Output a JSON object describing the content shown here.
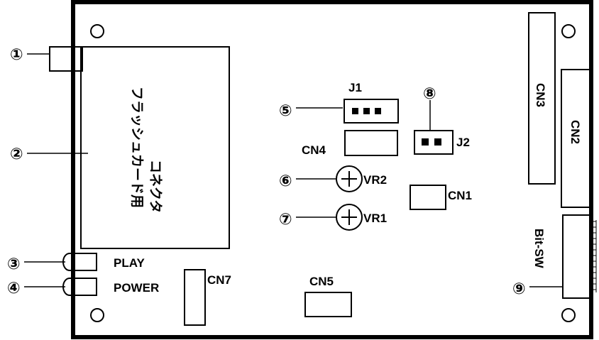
{
  "colors": {
    "line": "#000000",
    "background": "#ffffff"
  },
  "callouts": {
    "c1": "①",
    "c2": "②",
    "c3": "③",
    "c4": "④",
    "c5": "⑤",
    "c6": "⑥",
    "c7": "⑦",
    "c8": "⑧",
    "c9": "⑨"
  },
  "labels": {
    "flash_connector_line1": "フラッシュカード用",
    "flash_connector_line2": "コネクタ",
    "play": "PLAY",
    "power": "POWER",
    "cn1": "CN1",
    "cn2": "CN2",
    "cn3": "CN3",
    "cn4": "CN4",
    "cn5": "CN5",
    "cn7": "CN7",
    "j1": "J1",
    "j2": "J2",
    "vr1": "VR1",
    "vr2": "VR2",
    "bit_sw": "Bit-SW"
  }
}
